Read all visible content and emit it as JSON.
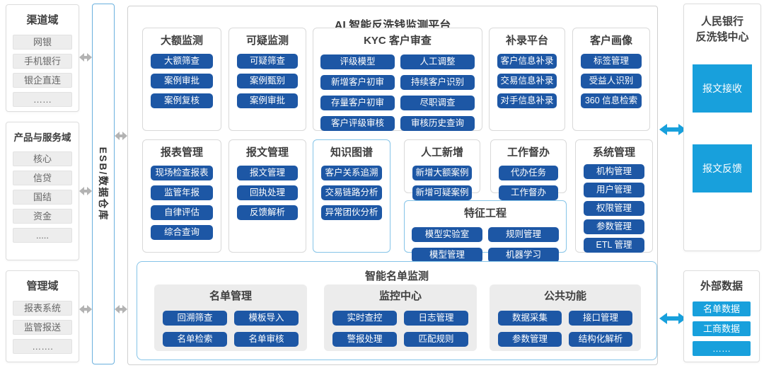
{
  "colors": {
    "primary_button_blue": "#1d57a5",
    "accent_bright_blue": "#18a0dc",
    "arrow_gray": "#b3b3b3",
    "light_blue_border": "#85c4e8"
  },
  "left_domains": [
    {
      "title": "渠道域",
      "items": [
        "网银",
        "手机银行",
        "银企直连",
        "……"
      ]
    },
    {
      "title": "产品与服务域",
      "items": [
        "核心",
        "信贷",
        "国结",
        "资金",
        "....."
      ]
    },
    {
      "title": "管理域",
      "items": [
        "报表系统",
        "监管报送",
        "……."
      ]
    }
  ],
  "esb": {
    "label": "ESB/数据仓库"
  },
  "platform": {
    "title": "AI 智能反洗钱监测平台",
    "modules": [
      {
        "title": "大额监测",
        "items": [
          "大额筛查",
          "案例审批",
          "案例复核"
        ]
      },
      {
        "title": "可疑监测",
        "items": [
          "可疑筛查",
          "案例甄别",
          "案例审批"
        ]
      },
      {
        "title": "KYC 客户审查",
        "items": [
          "评级模型",
          "人工调整",
          "新增客户初审",
          "持续客户识别",
          "存量客户初审",
          "尽职调查",
          "客户评级审核",
          "审核历史查询"
        ]
      },
      {
        "title": "补录平台",
        "items": [
          "客户信息补录",
          "交易信息补录",
          "对手信息补录"
        ]
      },
      {
        "title": "客户画像",
        "items": [
          "标签管理",
          "受益人识别",
          "360 信息检索"
        ]
      },
      {
        "title": "报表管理",
        "items": [
          "现场检查报表",
          "监管年报",
          "自律评估",
          "综合查询"
        ]
      },
      {
        "title": "报文管理",
        "items": [
          "报文管理",
          "回执处理",
          "反馈解析"
        ]
      },
      {
        "title": "知识图谱",
        "items": [
          "客户关系追溯",
          "交易链路分析",
          "异常团伙分析"
        ]
      },
      {
        "title": "人工新增",
        "items": [
          "新增大额案例",
          "新增可疑案例"
        ]
      },
      {
        "title": "工作督办",
        "items": [
          "代办任务",
          "工作督办"
        ]
      },
      {
        "title": "系统管理",
        "items": [
          "机构管理",
          "用户管理",
          "权限管理",
          "参数管理",
          "ETL 管理"
        ]
      },
      {
        "title": "特征工程",
        "items": [
          "模型实验室",
          "规则管理",
          "模型管理",
          "机器学习"
        ]
      }
    ],
    "smart_list": {
      "title": "智能名单监测",
      "groups": [
        {
          "title": "名单管理",
          "items": [
            "回溯筛查",
            "模板导入",
            "名单检索",
            "名单审核"
          ]
        },
        {
          "title": "监控中心",
          "items": [
            "实时查控",
            "日志管理",
            "警报处理",
            "匹配规则"
          ]
        },
        {
          "title": "公共功能",
          "items": [
            "数据采集",
            "接口管理",
            "参数管理",
            "结构化解析"
          ]
        }
      ]
    }
  },
  "right_panels": {
    "pboc": {
      "title_lines": [
        "人民银行",
        "反洗钱中心"
      ],
      "items": [
        "报文接收",
        "报文反馈"
      ]
    },
    "external": {
      "title": "外部数据",
      "items": [
        "名单数据",
        "工商数据",
        "……"
      ]
    }
  }
}
